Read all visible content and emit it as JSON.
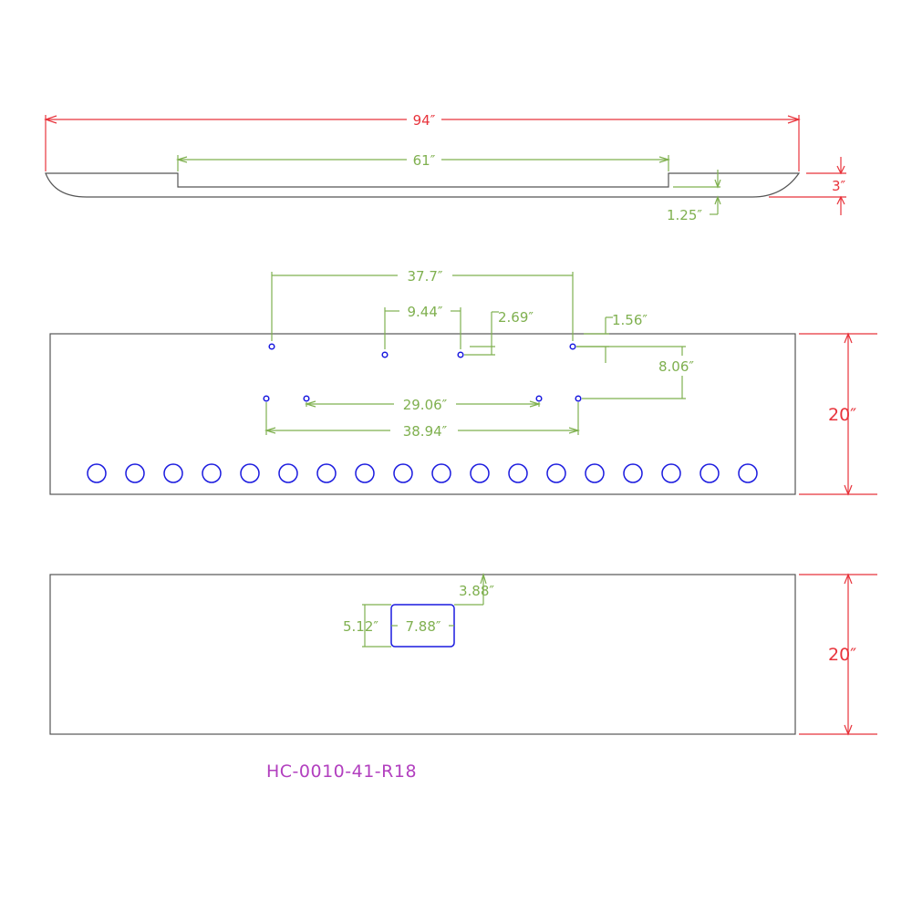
{
  "side_view": {
    "overall_length": "94″",
    "step_length": "61″",
    "height": "3″",
    "step_depth": "1.25″"
  },
  "top_view": {
    "hole_span_top": "37.7″",
    "hole_gap_a": "9.44″",
    "hole_gap_b": "2.69″",
    "hole_offset_small": "1.56″",
    "row_spacing": "8.06″",
    "inner_hole_span": "29.06″",
    "outer_hole_span": "38.94″",
    "width": "20″",
    "light_count": 18
  },
  "bottom_view": {
    "cutout_offset": "3.88″",
    "cutout_height": "5.12″",
    "cutout_width": "7.88″",
    "width": "20″"
  },
  "part_number": "HC-0010-41-R18",
  "colors": {
    "dimension_green": "#7fb04f",
    "overall_red": "#e8333b",
    "outline": "#555555",
    "holes_blue": "#1a1adf",
    "label_magenta": "#b23fbf"
  }
}
